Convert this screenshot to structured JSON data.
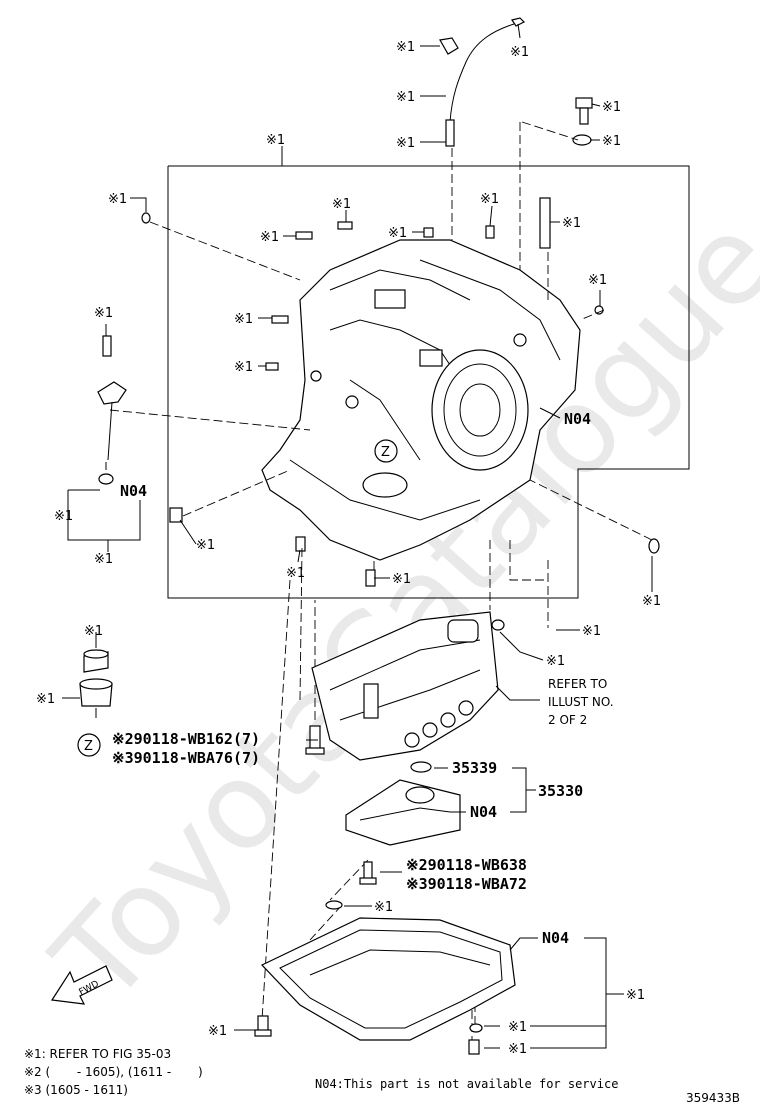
{
  "watermark": "ToyotaCatalogue.ru",
  "marks": {
    "ref1": "※1"
  },
  "callouts": {
    "n04_case": "N04",
    "n04_dipstick": "N04",
    "n04_strainer": "N04",
    "n04_pan": "N04",
    "z_case": "Z",
    "z_plug": "Z",
    "refer_line1": "REFER TO",
    "refer_line2": "ILLUST NO.",
    "refer_line3": "2 OF 2",
    "bolt_valvebody_1": "※290118-WB162(7)",
    "bolt_valvebody_2": "※390118-WBA76(7)",
    "gasket_35339": "35339",
    "strainer_35330": "35330",
    "bolt_strainer_1": "※290118-WB638",
    "bolt_strainer_2": "※390118-WBA72",
    "fwd": "FWD"
  },
  "legend": {
    "line1": "※1: REFER TO FIG 35-03",
    "line2": "※2 (       - 1605), (1611 -       )",
    "line3": "※3 (1605 - 1611)"
  },
  "footer": {
    "n04_note": "N04:This part is not available for service",
    "illustration_id": "359433B"
  }
}
